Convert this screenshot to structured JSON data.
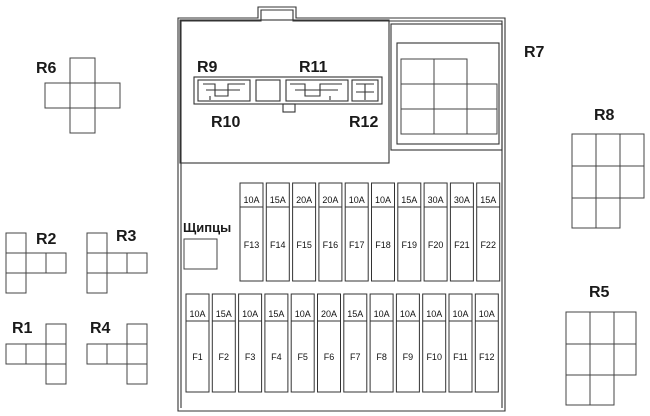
{
  "relays": {
    "r1": "R1",
    "r2": "R2",
    "r3": "R3",
    "r4": "R4",
    "r5": "R5",
    "r6": "R6",
    "r7": "R7",
    "r8": "R8",
    "r9": "R9",
    "r10": "R10",
    "r11": "R11",
    "r12": "R12"
  },
  "tweezers_label": "Щипцы",
  "fuses_top": [
    {
      "name": "F13",
      "rating": "10A"
    },
    {
      "name": "F14",
      "rating": "15A"
    },
    {
      "name": "F15",
      "rating": "20A"
    },
    {
      "name": "F16",
      "rating": "20A"
    },
    {
      "name": "F17",
      "rating": "10A"
    },
    {
      "name": "F18",
      "rating": "10A"
    },
    {
      "name": "F19",
      "rating": "15A"
    },
    {
      "name": "F20",
      "rating": "30A"
    },
    {
      "name": "F21",
      "rating": "30A"
    },
    {
      "name": "F22",
      "rating": "15A"
    }
  ],
  "fuses_bottom": [
    {
      "name": "F1",
      "rating": "10A"
    },
    {
      "name": "F2",
      "rating": "15A"
    },
    {
      "name": "F3",
      "rating": "10A"
    },
    {
      "name": "F4",
      "rating": "15A"
    },
    {
      "name": "F5",
      "rating": "10A"
    },
    {
      "name": "F6",
      "rating": "20A"
    },
    {
      "name": "F7",
      "rating": "15A"
    },
    {
      "name": "F8",
      "rating": "10A"
    },
    {
      "name": "F9",
      "rating": "10A"
    },
    {
      "name": "F10",
      "rating": "10A"
    },
    {
      "name": "F11",
      "rating": "10A"
    },
    {
      "name": "F12",
      "rating": "10A"
    }
  ]
}
